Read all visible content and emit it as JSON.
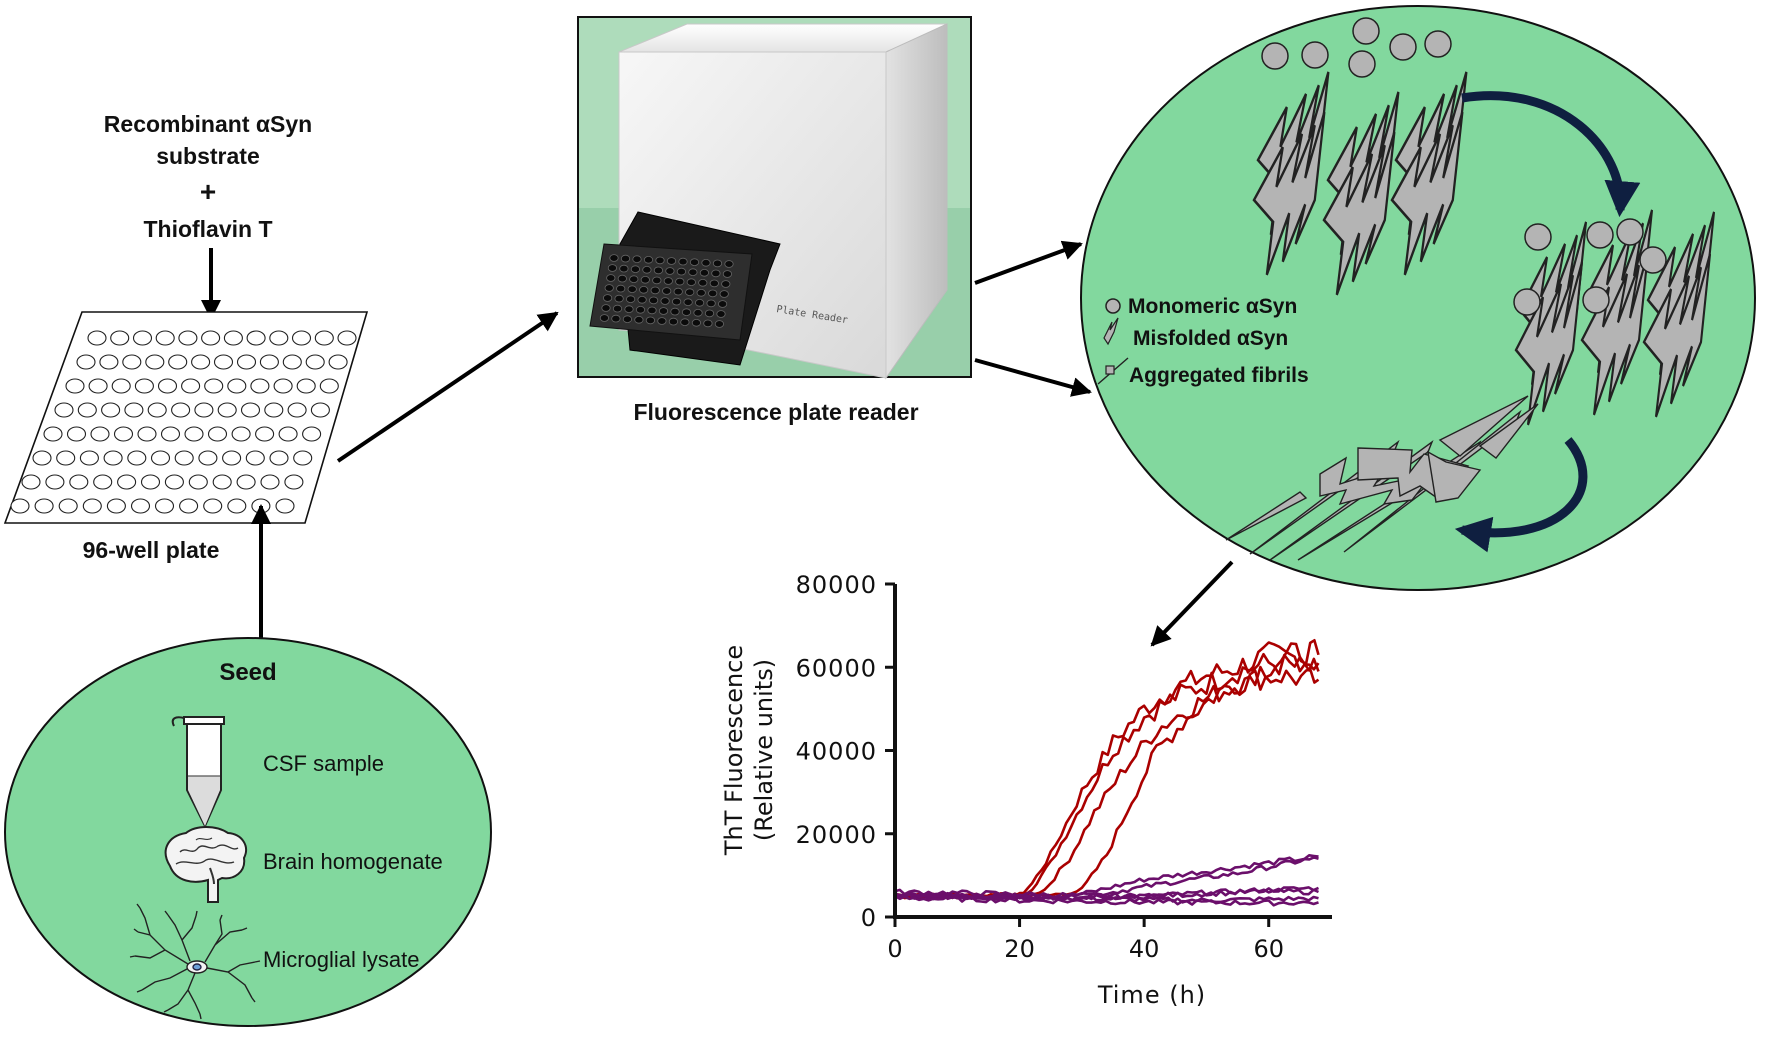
{
  "inputs": {
    "substrate_line1": "Recombinant αSyn",
    "substrate_line2": "substrate",
    "plus": "+",
    "dye": "Thioflavin T"
  },
  "plate": {
    "label": "96-well plate",
    "rows": 8,
    "cols": 12
  },
  "seed": {
    "title": "Seed",
    "items": [
      "CSF sample",
      "Brain homogenate",
      "Microglial lysate"
    ]
  },
  "reader": {
    "label": "Fluorescence plate reader",
    "device_text": "Plate Reader"
  },
  "legend": [
    "Monomeric αSyn",
    "Misfolded αSyn",
    "Aggregated fibrils"
  ],
  "colors": {
    "green_fill": "#82d89e",
    "positive": "#aa0000",
    "negative": "#6b0f6b",
    "protein": "#b4b4b4"
  },
  "chart_data": {
    "type": "line",
    "xlabel": "Time (h)",
    "ylabel_line1": "ThT Fluorescence",
    "ylabel_line2": "(Relative units)",
    "xlim": [
      0,
      70
    ],
    "ylim": [
      0,
      80000
    ],
    "xticks": [
      "0",
      "20",
      "40",
      "60"
    ],
    "yticks": [
      "0",
      "20000",
      "40000",
      "60000",
      "80000"
    ],
    "series": [
      {
        "color": "#aa0000",
        "x": [
          0,
          10,
          20,
          22,
          25,
          30,
          35,
          40,
          45,
          50,
          55,
          60,
          65,
          68
        ],
        "y": [
          5000,
          5000,
          5200,
          8000,
          15000,
          30000,
          42000,
          50000,
          55000,
          58000,
          60000,
          63000,
          62000,
          61000
        ]
      },
      {
        "color": "#aa0000",
        "x": [
          0,
          10,
          20,
          22,
          25,
          30,
          35,
          40,
          45,
          50,
          55,
          60,
          65,
          68
        ],
        "y": [
          5000,
          5000,
          5100,
          7000,
          13000,
          27000,
          40000,
          48000,
          53000,
          56000,
          59000,
          61000,
          60000,
          59000
        ]
      },
      {
        "color": "#aa0000",
        "x": [
          0,
          10,
          20,
          24,
          28,
          32,
          37,
          42,
          47,
          52,
          57,
          62,
          66,
          68
        ],
        "y": [
          5000,
          5000,
          5000,
          6500,
          14000,
          25000,
          36000,
          45000,
          50000,
          54000,
          57000,
          58000,
          57000,
          57000
        ]
      },
      {
        "color": "#aa0000",
        "x": [
          0,
          10,
          20,
          25,
          30,
          34,
          38,
          42,
          47,
          52,
          57,
          62,
          66,
          68
        ],
        "y": [
          5000,
          5000,
          5000,
          5200,
          6500,
          15000,
          28000,
          40000,
          48000,
          54000,
          58000,
          62000,
          64000,
          63000
        ]
      },
      {
        "color": "#6b0f6b",
        "x": [
          0,
          10,
          20,
          27,
          30,
          40,
          50,
          60,
          65,
          68
        ],
        "y": [
          5000,
          5000,
          5000,
          5000,
          5500,
          9000,
          11000,
          13000,
          14000,
          14500
        ]
      },
      {
        "color": "#6b0f6b",
        "x": [
          0,
          10,
          20,
          30,
          35,
          45,
          55,
          65,
          68
        ],
        "y": [
          5000,
          5000,
          5000,
          5000,
          6000,
          8500,
          10500,
          13500,
          14000
        ]
      },
      {
        "color": "#6b0f6b",
        "x": [
          0,
          10,
          20,
          30,
          40,
          50,
          60,
          68
        ],
        "y": [
          5000,
          4800,
          4600,
          4700,
          5000,
          5800,
          6500,
          7000
        ]
      },
      {
        "color": "#6b0f6b",
        "x": [
          0,
          10,
          20,
          30,
          40,
          50,
          60,
          68
        ],
        "y": [
          5500,
          5200,
          5000,
          4500,
          4200,
          4000,
          4300,
          4500
        ]
      },
      {
        "color": "#6b0f6b",
        "x": [
          0,
          10,
          20,
          30,
          40,
          50,
          60,
          68
        ],
        "y": [
          4500,
          4300,
          4000,
          3800,
          3600,
          3500,
          3400,
          3500
        ]
      },
      {
        "color": "#6b0f6b",
        "x": [
          0,
          10,
          20,
          30,
          40,
          50,
          60,
          68
        ],
        "y": [
          6000,
          5800,
          5500,
          5200,
          5000,
          5600,
          6200,
          6000
        ]
      }
    ]
  }
}
